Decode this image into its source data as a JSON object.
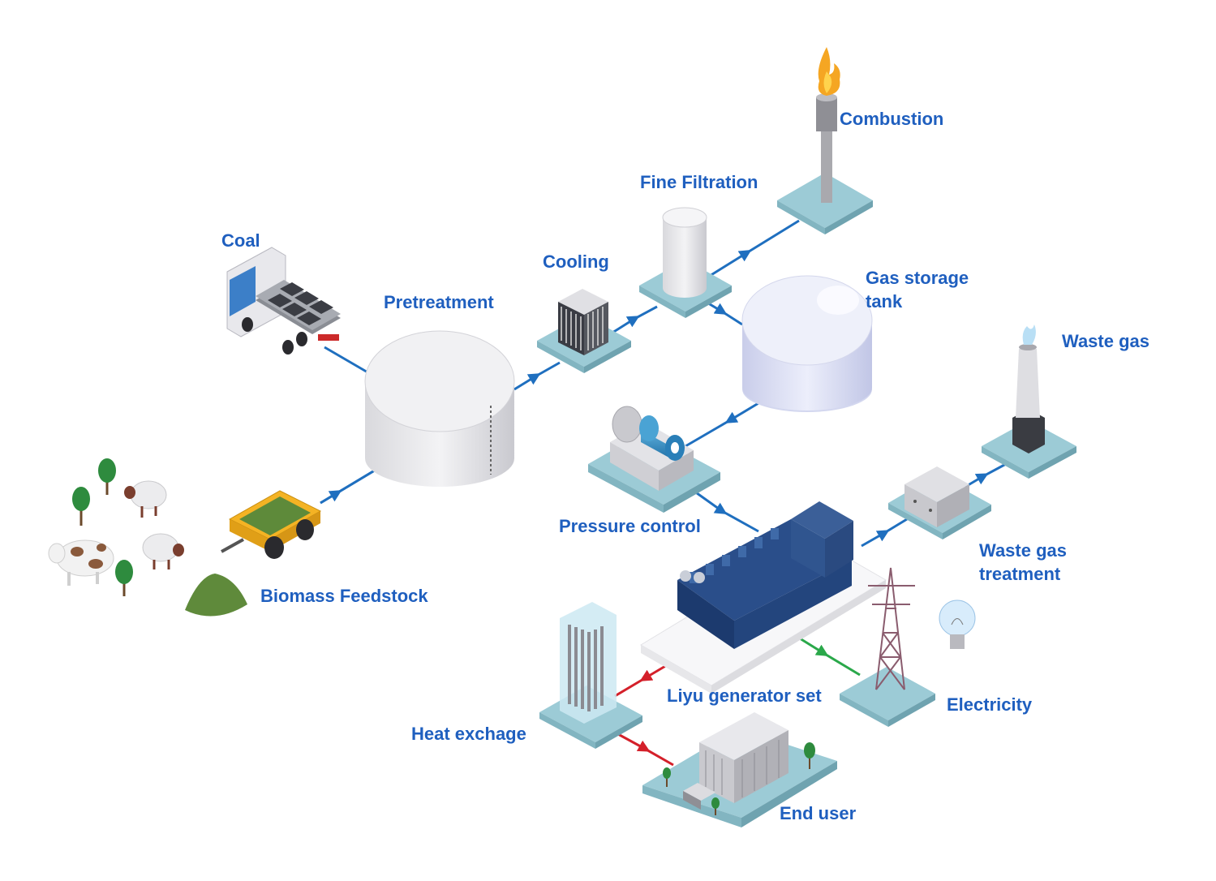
{
  "labels": {
    "coal": "Coal",
    "pretreatment": "Pretreatment",
    "cooling": "Cooling",
    "fine_filtration": "Fine Filtration",
    "combustion": "Combustion",
    "gas_storage_tank_line1": "Gas storage",
    "gas_storage_tank_line2": "tank",
    "waste_gas": "Waste gas",
    "pressure_control": "Pressure control",
    "biomass_feedstock": "Biomass Feedstock",
    "waste_gas_treatment_line1": "Waste gas",
    "waste_gas_treatment_line2": "treatment",
    "liyu_generator_set": "Liyu generator set",
    "electricity": "Electricity",
    "heat_exchange": "Heat exchage",
    "end_user": "End user"
  },
  "colors": {
    "label_text": "#1f5fbf",
    "gas_flow": "#1f6fbf",
    "heat_flow": "#d4202a",
    "power_flow": "#2aa84a",
    "platform": "#9ccbd6"
  }
}
